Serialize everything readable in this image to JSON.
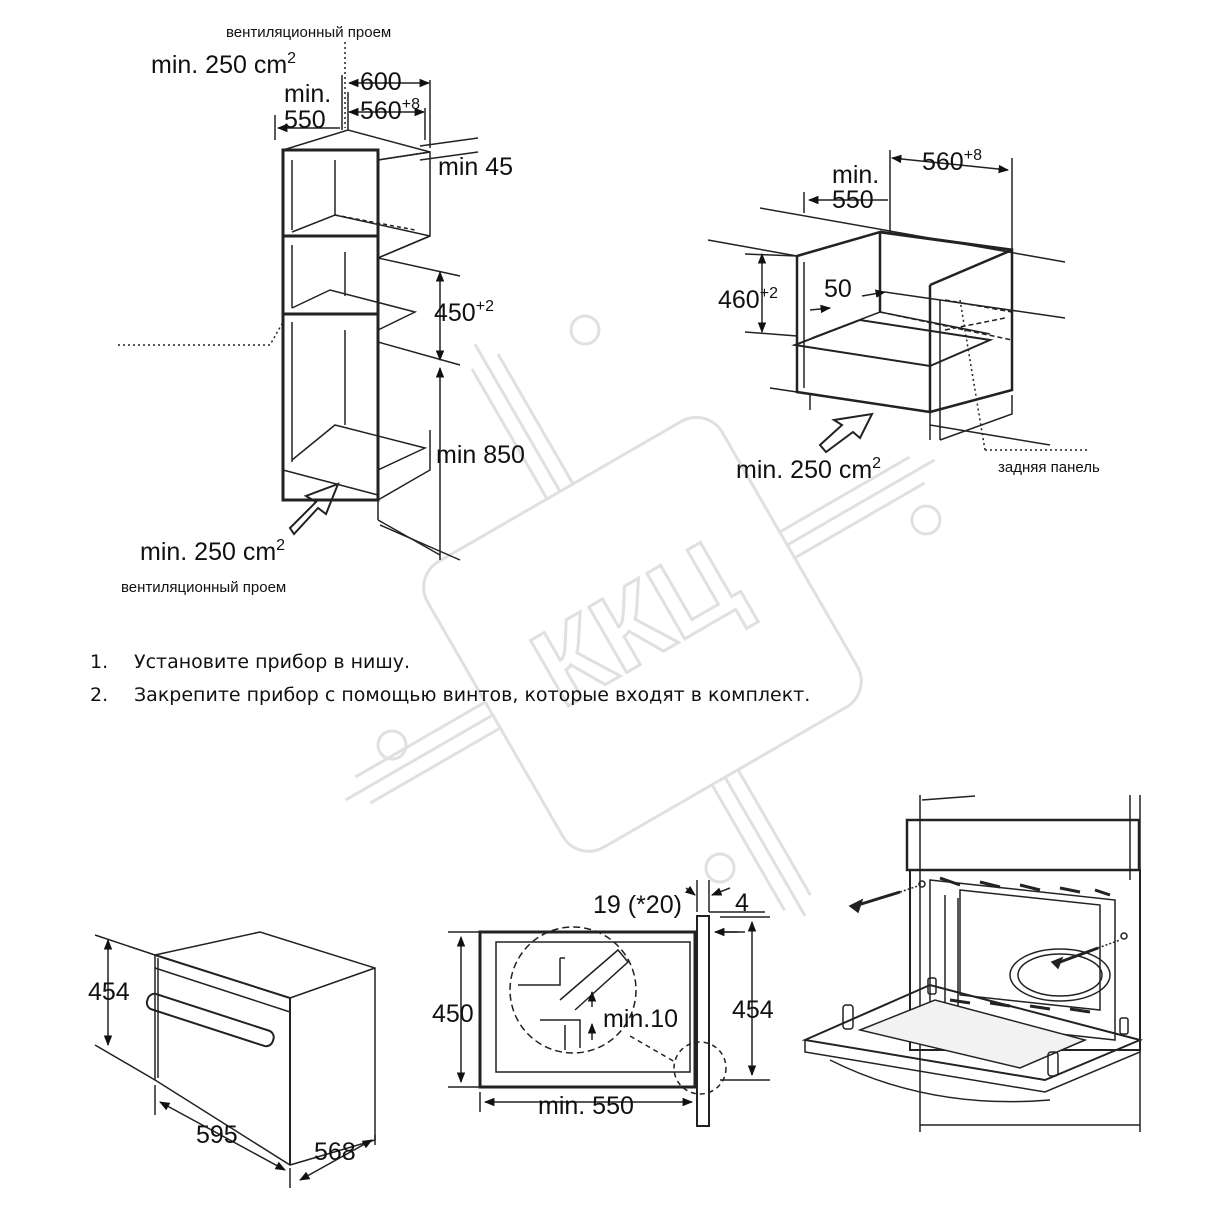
{
  "column_diagram": {
    "vent_top_label": "вентиляционный проем",
    "vent_top_area": "min. 250 cm",
    "area_sup": "2",
    "depth_600": "600",
    "min_word": "min.",
    "min_550": "550",
    "niche_560": "560",
    "niche_560_tol": "+8",
    "min_45": "min 45",
    "niche_450": "450",
    "niche_450_tol": "+2",
    "min_850": "min 850",
    "vent_bottom_area": "min. 250 cm",
    "vent_bottom_label": "вентиляционный проем"
  },
  "cabinet_diagram": {
    "min_word": "min.",
    "min_550": "550",
    "width_560": "560",
    "width_560_tol": "+8",
    "height_460": "460",
    "height_460_tol": "+2",
    "gap_50": "50",
    "vent_area": "min. 250 cm",
    "area_sup": "2",
    "rear_panel_label": "задняя панель"
  },
  "steps": [
    {
      "num": "1.",
      "text": "Установите прибор в нишу."
    },
    {
      "num": "2.",
      "text": "Закрепите прибор с помощью винтов, которые входят в комплект."
    }
  ],
  "appliance_dims": {
    "height": "454",
    "width": "595",
    "depth": "568"
  },
  "section_dims": {
    "gap_19": "19 (*20)",
    "gap_4": "4",
    "height_450": "450",
    "height_454": "454",
    "min_10": "min.10",
    "min_550": "min. 550"
  },
  "watermark": "ККЦ"
}
